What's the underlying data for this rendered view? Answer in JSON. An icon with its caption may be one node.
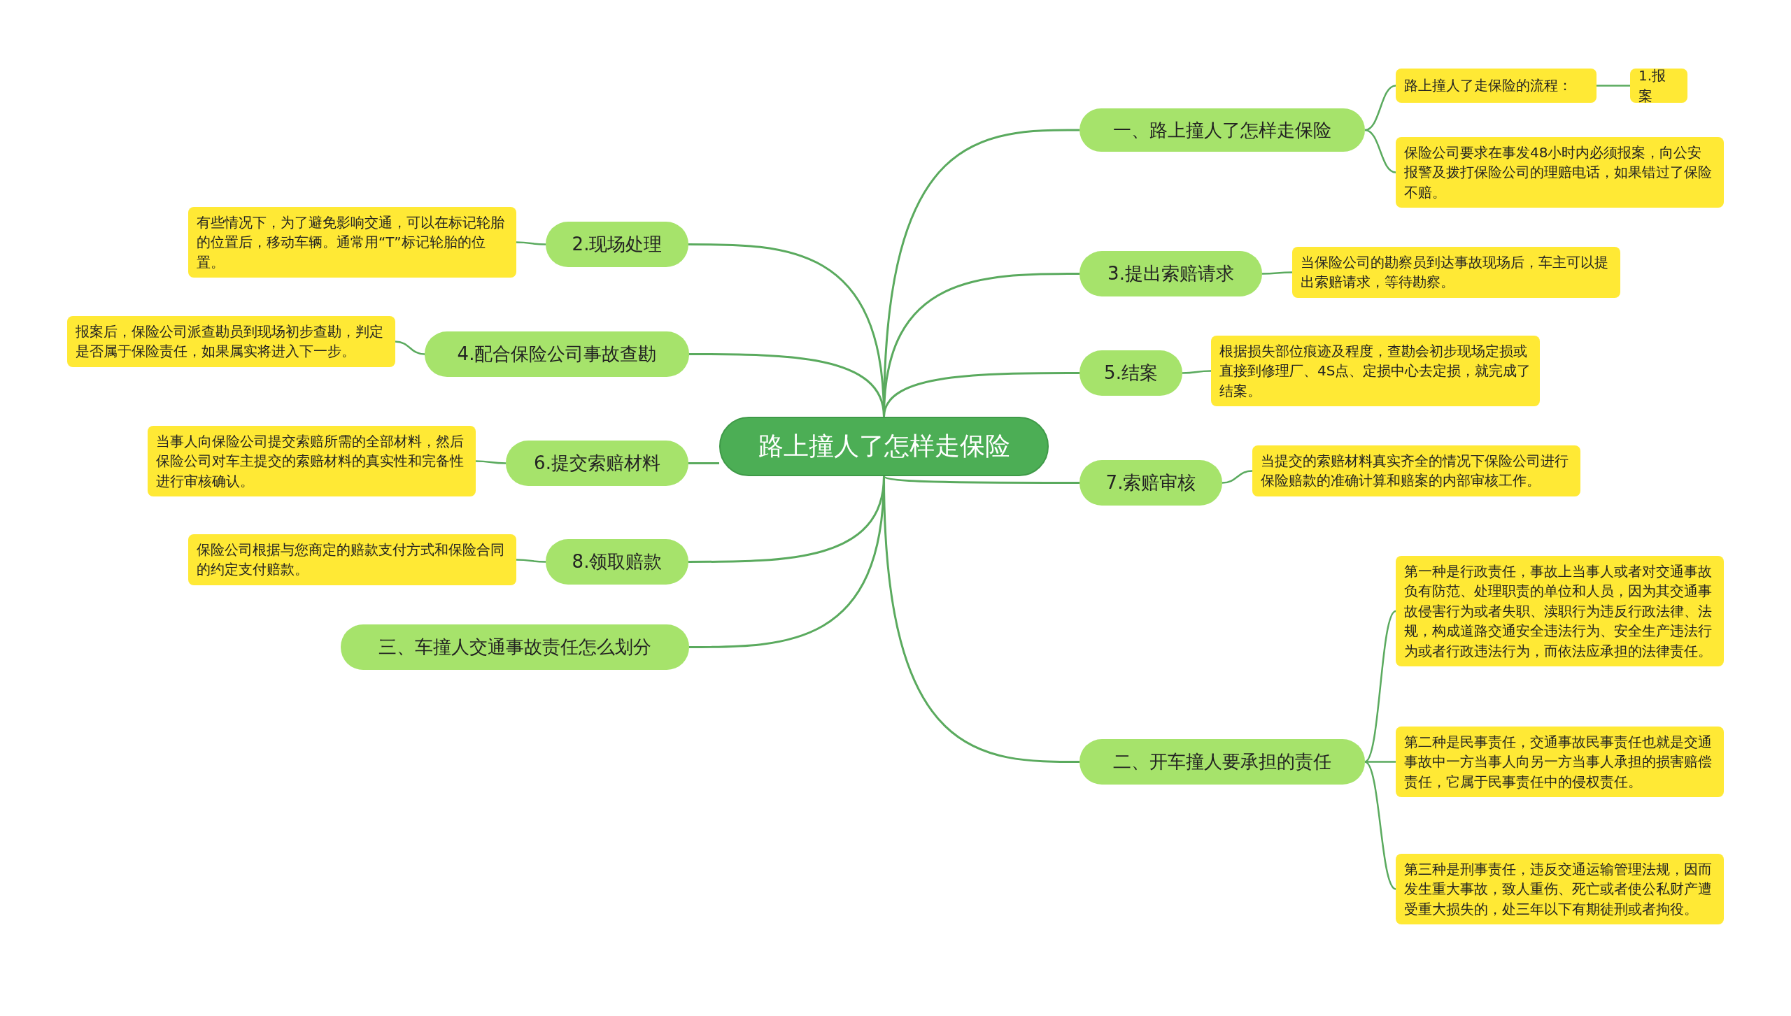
{
  "diagram": {
    "nodes": [
      {
        "text": [
          "路上撞人了怎样走保险"
        ]
      },
      {
        "text": [
          "一、路上撞人了怎样走保险"
        ]
      },
      {
        "text": [
          "路上撞人了走保险的流程："
        ]
      },
      {
        "text": [
          "1.报案"
        ]
      },
      {
        "text": [
          "保险公司要求在事发48小时内必须报案，向公安报警及拨打保险公司的理赔电话，如果错过了保险不赔。"
        ]
      },
      {
        "text": [
          "3.提出索赔请求"
        ]
      },
      {
        "text": [
          "当保险公司的勘察员到达事故现场后，车主可以提出索赔请求，等待勘察。"
        ]
      },
      {
        "text": [
          "5.结案"
        ]
      },
      {
        "text": [
          "根据损失部位痕迹及程度，查勘会初步现场定损或直接到修理厂、4S点、定损中心去定损，就完成了结案。"
        ]
      },
      {
        "text": [
          "7.索赔审核"
        ]
      },
      {
        "text": [
          "当提交的索赔材料真实齐全的情况下保险公司进行保险赔款的准确计算和赔案的内部审核工作。"
        ]
      },
      {
        "text": [
          "二、开车撞人要承担的责任"
        ]
      },
      {
        "text": [
          "第一种是行政责任，事故上当事人或者对交通事故负有防范、处理职责的单位和人员，因为其交通事故侵害行为或者失职、渎职行为违反行政法律、法规，构成道路交通安全违法行为、安全生产违法行为或者行政违法行为，而依法应承担的法律责任。"
        ]
      },
      {
        "text": [
          "第二种是民事责任，交通事故民事责任也就是交通事故中一方当事人向另一方当事人承担的损害赔偿责任，它属于民事责任中的侵权责任。"
        ]
      },
      {
        "text": [
          "第三种是刑事责任，违反交通运输管理法规，因而发生重大事故，致人重伤、死亡或者使公私财产遭受重大损失的，处三年以下有期徒刑或者拘役。"
        ]
      },
      {
        "text": [
          "2.现场处理"
        ]
      },
      {
        "text": [
          "有些情况下，为了避免影响交通，可以在标记轮胎的位置后，移动车辆。通常用“T”标记轮胎的位置。"
        ]
      },
      {
        "text": [
          "4.配合保险公司事故查勘"
        ]
      },
      {
        "text": [
          "报案后，保险公司派查勘员到现场初步查勘，判定是否属于保险责任，如果属实将进入下一步。"
        ]
      },
      {
        "text": [
          "6.提交索赔材料"
        ]
      },
      {
        "text": [
          "当事人向保险公司提交索赔所需的全部材料，然后保险公司对车主提交的索赔材料的真实性和完备性进行审核确认。"
        ]
      },
      {
        "text": [
          "8.领取赔款"
        ]
      },
      {
        "text": [
          "保险公司根据与您商定的赔款支付方式和保险合同的约定支付赔款。"
        ]
      },
      {
        "text": [
          "三、车撞人交通事故责任怎么划分"
        ]
      }
    ],
    "edges": [
      {
        "from": 0,
        "to": 1,
        "arrow": "none"
      },
      {
        "from": 1,
        "to": 2,
        "arrow": "none"
      },
      {
        "from": 2,
        "to": 3,
        "arrow": "none"
      },
      {
        "from": 1,
        "to": 4,
        "arrow": "none"
      },
      {
        "from": 0,
        "to": 5,
        "arrow": "none"
      },
      {
        "from": 5,
        "to": 6,
        "arrow": "none"
      },
      {
        "from": 0,
        "to": 7,
        "arrow": "none"
      },
      {
        "from": 7,
        "to": 8,
        "arrow": "none"
      },
      {
        "from": 0,
        "to": 9,
        "arrow": "none"
      },
      {
        "from": 9,
        "to": 10,
        "arrow": "none"
      },
      {
        "from": 0,
        "to": 11,
        "arrow": "none"
      },
      {
        "from": 11,
        "to": 12,
        "arrow": "none"
      },
      {
        "from": 11,
        "to": 13,
        "arrow": "none"
      },
      {
        "from": 11,
        "to": 14,
        "arrow": "none"
      },
      {
        "from": 0,
        "to": 15,
        "arrow": "none"
      },
      {
        "from": 15,
        "to": 16,
        "arrow": "none"
      },
      {
        "from": 0,
        "to": 17,
        "arrow": "none"
      },
      {
        "from": 17,
        "to": 18,
        "arrow": "none"
      },
      {
        "from": 0,
        "to": 19,
        "arrow": "none"
      },
      {
        "from": 19,
        "to": 20,
        "arrow": "none"
      },
      {
        "from": 0,
        "to": 21,
        "arrow": "none"
      },
      {
        "from": 21,
        "to": 22,
        "arrow": "none"
      },
      {
        "from": 0,
        "to": 23,
        "arrow": "none"
      }
    ]
  }
}
